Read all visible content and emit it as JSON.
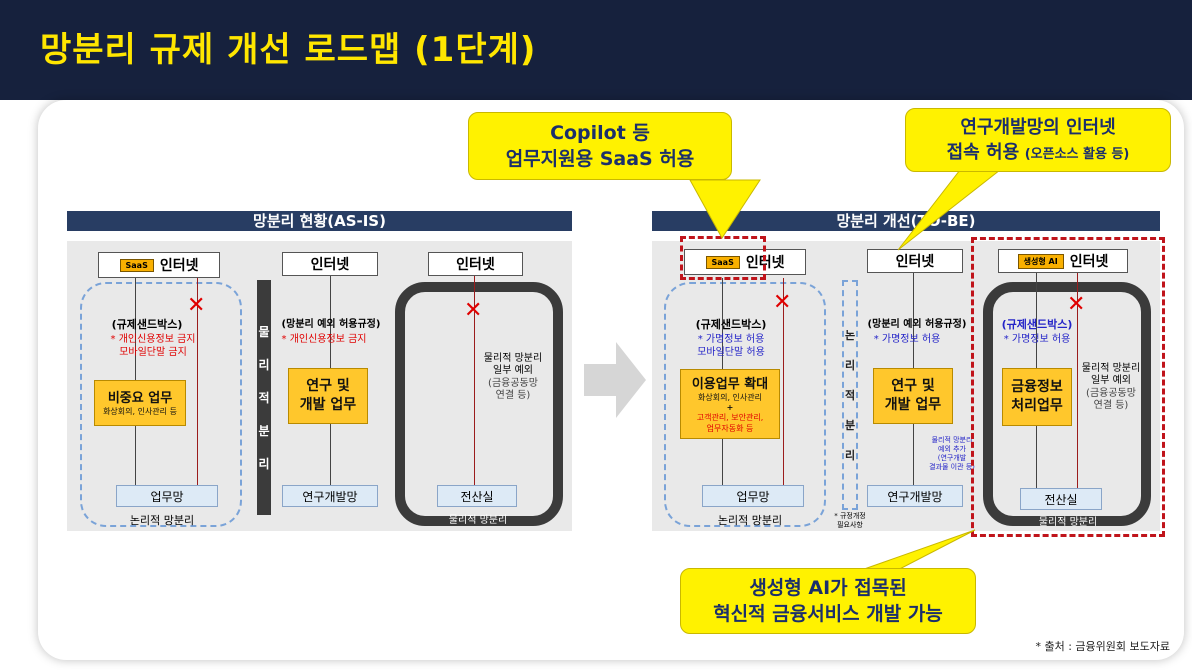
{
  "header": {
    "title": "망분리 규제 개선 로드맵 (1단계)"
  },
  "asis": {
    "bar_title": "망분리 현황(AS-IS)",
    "col1": {
      "internet_tag": "SaaS",
      "internet_label": "인터넷",
      "sandbox": "(규제샌드박스)",
      "red1": "* 개인신용정보 금지",
      "red2": "모바일단말 금지",
      "box_title": "비중요 업무",
      "box_sub": "화상회의, 인사관리 등",
      "net": "업무망",
      "footer": "논리적 망분리"
    },
    "divider": [
      "물",
      "리",
      "적",
      "분",
      "리"
    ],
    "col2": {
      "internet": "인터넷",
      "exception": "(망분리 예외 허용규정)",
      "red": "* 개인신용정보 금지",
      "box_l1": "연구 및",
      "box_l2": "개발 업무",
      "net": "연구개발망"
    },
    "col3": {
      "internet": "인터넷",
      "note1": "물리적 망분리",
      "note2": "일부 예외",
      "note3": "(금융공동망",
      "note4": "연결 등)",
      "room": "전산실",
      "footer": "물리적 망분리"
    }
  },
  "tobe": {
    "bar_title": "망분리 개선(TO-BE)",
    "col1": {
      "internet_tag": "SaaS",
      "internet_label": "인터넷",
      "sandbox": "(규제샌드박스)",
      "blue1": "* 가명정보 허용",
      "blue2": "모바일단말 허용",
      "box_title": "이용업무 확대",
      "box_sub1": "화상회의, 인사관리",
      "box_plus": "+",
      "box_sub2": "고객관리, 보안관리,",
      "box_sub3": "업무자동화 등",
      "net": "업무망",
      "footer": "논리적 망분리"
    },
    "divider": [
      "논",
      "리",
      "적",
      "분",
      "리"
    ],
    "divider_note1": "* 규정개정",
    "divider_note2": "필요사항",
    "col2": {
      "internet": "인터넷",
      "exception": "(망분리 예외 허용규정)",
      "blue": "* 가명정보 허용",
      "box_l1": "연구 및",
      "box_l2": "개발 업무",
      "side1": "물리적 망분리",
      "side2": "예외 추가",
      "side3": "(연구개발",
      "side4": "결과물 이관 등)",
      "net": "연구개발망"
    },
    "col3": {
      "internet_tag": "생성형 AI",
      "internet_label": "인터넷",
      "sandbox": "(규제샌드박스)",
      "blue": "* 가명정보 허용",
      "box_l1": "금융정보",
      "box_l2": "처리업무",
      "note1": "물리적 망분리",
      "note2": "일부 예외",
      "note3": "(금융공동망",
      "note4": "연결 등)",
      "room": "전산실",
      "footer": "물리적 망분리"
    }
  },
  "callouts": {
    "copilot_l1": "Copilot 등",
    "copilot_l2": "업무지원용 SaaS 허용",
    "rnd_l1": "연구개발망의 인터넷",
    "rnd_l2a": "접속 허용",
    "rnd_l2b": "(오픈소스 활용 등)",
    "genai_l1": "생성형 AI가 접목된",
    "genai_l2": "혁신적 금융서비스 개발 가능"
  },
  "source": "* 출처 : 금융위원회 보도자료",
  "colors": {
    "header_bg": "#16213d",
    "title": "#ffe600",
    "bar": "#283d63",
    "callout": "#fff200",
    "highlight": "#c0141b",
    "box": "#ffc72c"
  }
}
